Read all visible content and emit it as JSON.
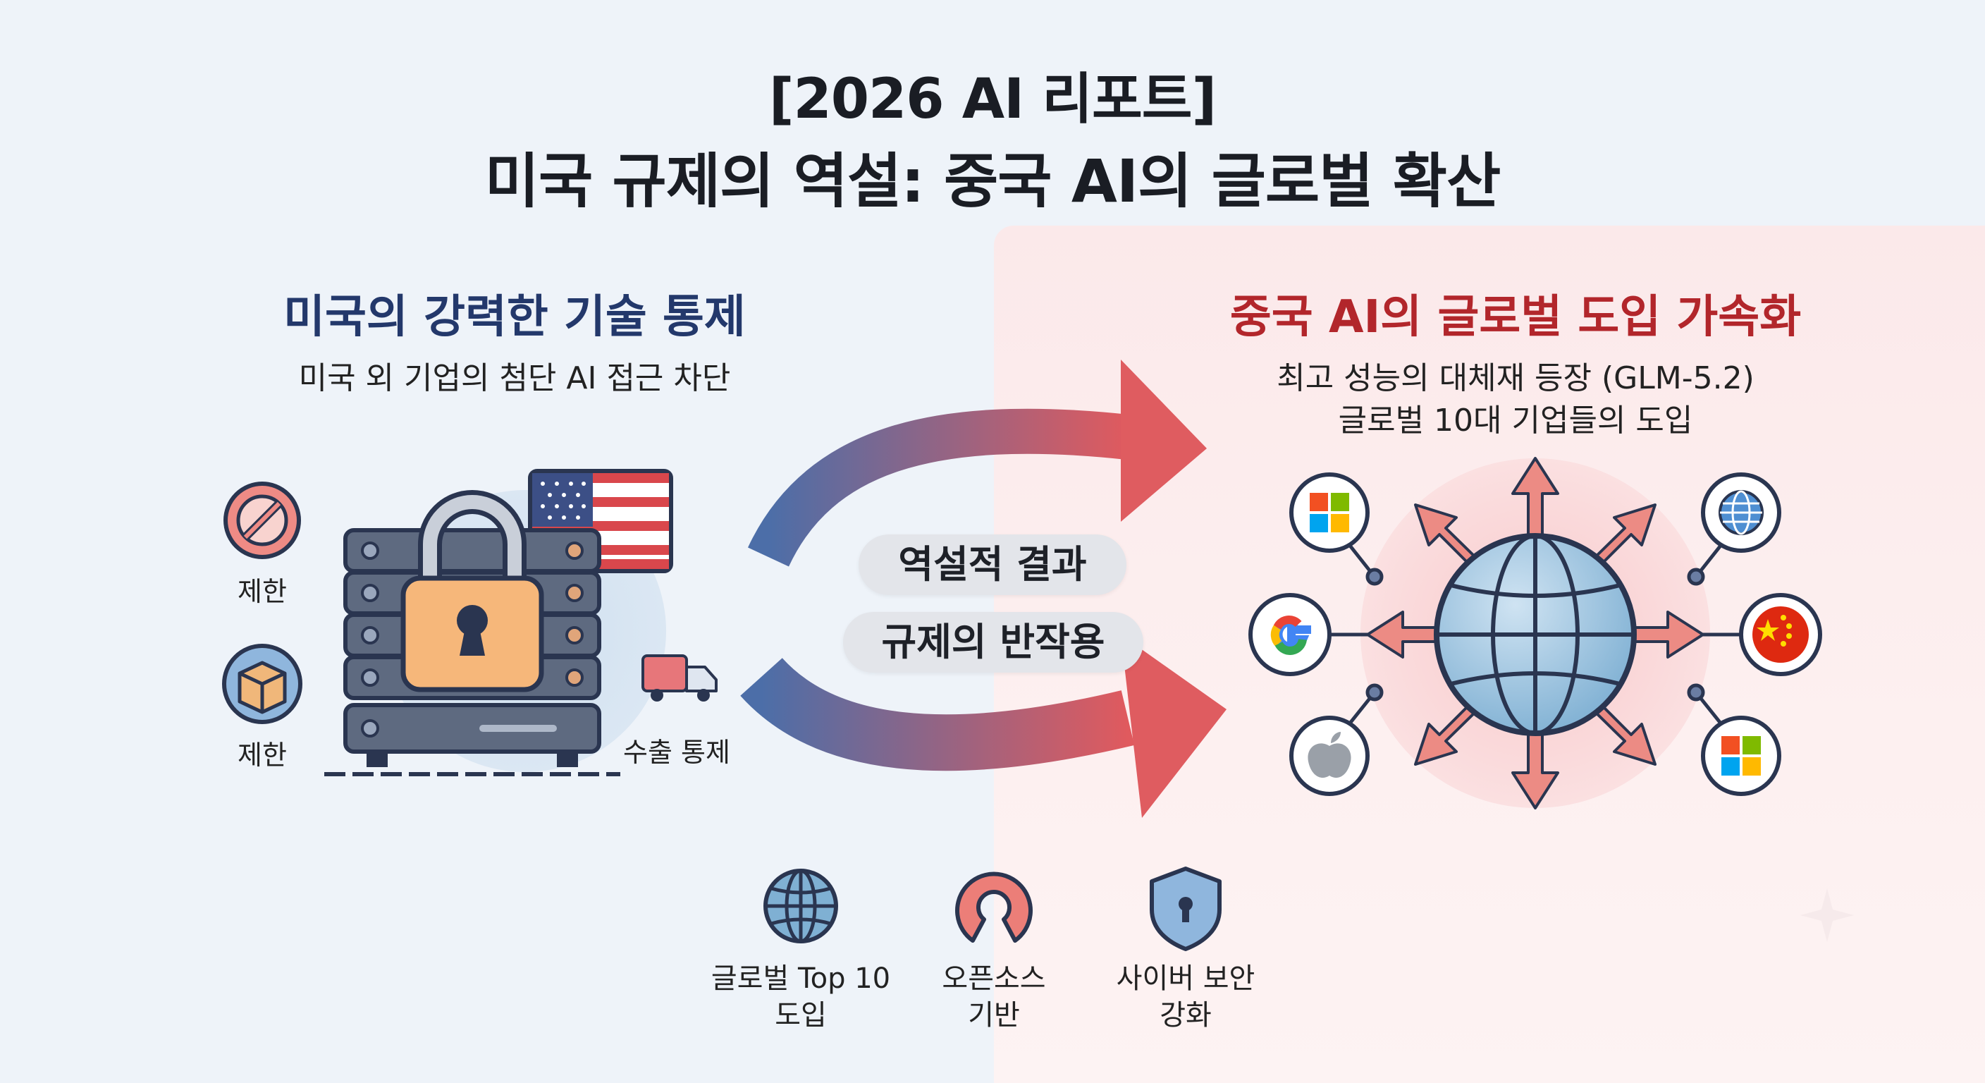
{
  "title": {
    "line1": "[2026 AI 리포트]",
    "line2": "미국 규제의 역설: 중국 AI의 글로벌 확산"
  },
  "left": {
    "heading": "미국의 강력한 기술 통제",
    "subheading": "미국 외 기업의 첨단 AI 접근 차단",
    "labels": {
      "restriction_1": "제한",
      "restriction_2": "제한",
      "export_control": "수출 통제"
    },
    "icons": [
      "no-entry-icon",
      "box-icon",
      "truck-icon",
      "padlock-icon",
      "server-rack-icon",
      "us-flag-icon"
    ]
  },
  "middle": {
    "pill_top": "역설적 결과",
    "pill_bottom": "규제의 반작용"
  },
  "right": {
    "heading": "중국 AI의 글로벌 도입 가속화",
    "sub_line1": "최고 성능의 대체재 등장 (GLM-5.2)",
    "sub_line2": "글로벌 10대 기업들의 도입",
    "icons": [
      "microsoft-logo-icon",
      "globe-icon",
      "google-logo-icon",
      "china-flag-icon",
      "apple-logo-icon",
      "microsoft-logo-icon"
    ]
  },
  "bottom": {
    "items": [
      {
        "icon": "globe-icon",
        "line1": "글로벌 Top 10",
        "line2": "도입"
      },
      {
        "icon": "open-source-icon",
        "line1": "오픈소스",
        "line2": "기반"
      },
      {
        "icon": "shield-lock-icon",
        "line1": "사이버 보안",
        "line2": "강화"
      }
    ]
  },
  "colors": {
    "navy": "#23386b",
    "red": "#b2262b",
    "arrow_blue": "#4f6fa8",
    "arrow_red": "#dc5a5e",
    "lock_orange": "#f6b77a"
  }
}
